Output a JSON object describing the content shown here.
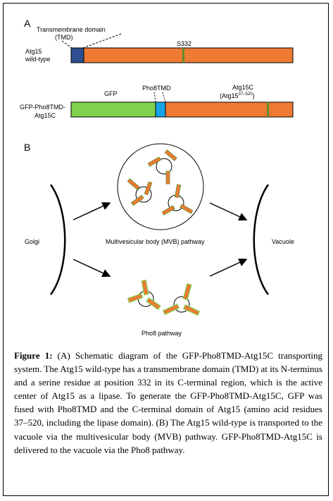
{
  "panel_a": {
    "label": "A",
    "tmd_callout_line1": "Transmembrane domain",
    "tmd_callout_line2": "(TMD)",
    "wt_label_line1": "Atg15",
    "wt_label_line2": "wild-type",
    "s332_label": "S332",
    "gfp_label": "GFP",
    "pho8tmd_label": "Pho8TMD",
    "atg15c_label": "Atg15C",
    "atg15c_range_base": "(Atg15",
    "atg15c_range_sup": "37–520",
    "atg15c_range_close": ")",
    "fusion_label_line1": "GFP-Pho8TMD-",
    "fusion_label_line2": "Atg15C",
    "colors": {
      "tmd": "#2e4f8f",
      "atg15": "#ee7a33",
      "s332": "#5f8f2c",
      "gfp": "#7fd24b",
      "pho8tmd": "#18a3e6"
    }
  },
  "panel_b": {
    "label": "B",
    "golgi": "Golgi",
    "vacuole": "Vacuole",
    "mvb_pathway": "Multivesicular body (MVB) pathway",
    "pho8_pathway": "Pho8 pathway"
  },
  "caption": {
    "lead": "Figure 1:",
    "text": " (A) Schematic diagram of the GFP-Pho8TMD-Atg15C transporting system. The Atg15 wild-type has a transmembrane domain (TMD) at its N-terminus and a serine residue at position 332 in its C-terminal region, which is the active center of Atg15 as a lipase. To generate the GFP-Pho8TMD-Atg15C, GFP was fused with Pho8TMD and the C-terminal domain of Atg15 (amino acid residues 37–520, including the lipase domain). (B) The Atg15 wild-type is transported to the vacuole via the multivesicular body (MVB) pathway. GFP-Pho8TMD-Atg15C is delivered to the vacuole via the Pho8 pathway."
  }
}
